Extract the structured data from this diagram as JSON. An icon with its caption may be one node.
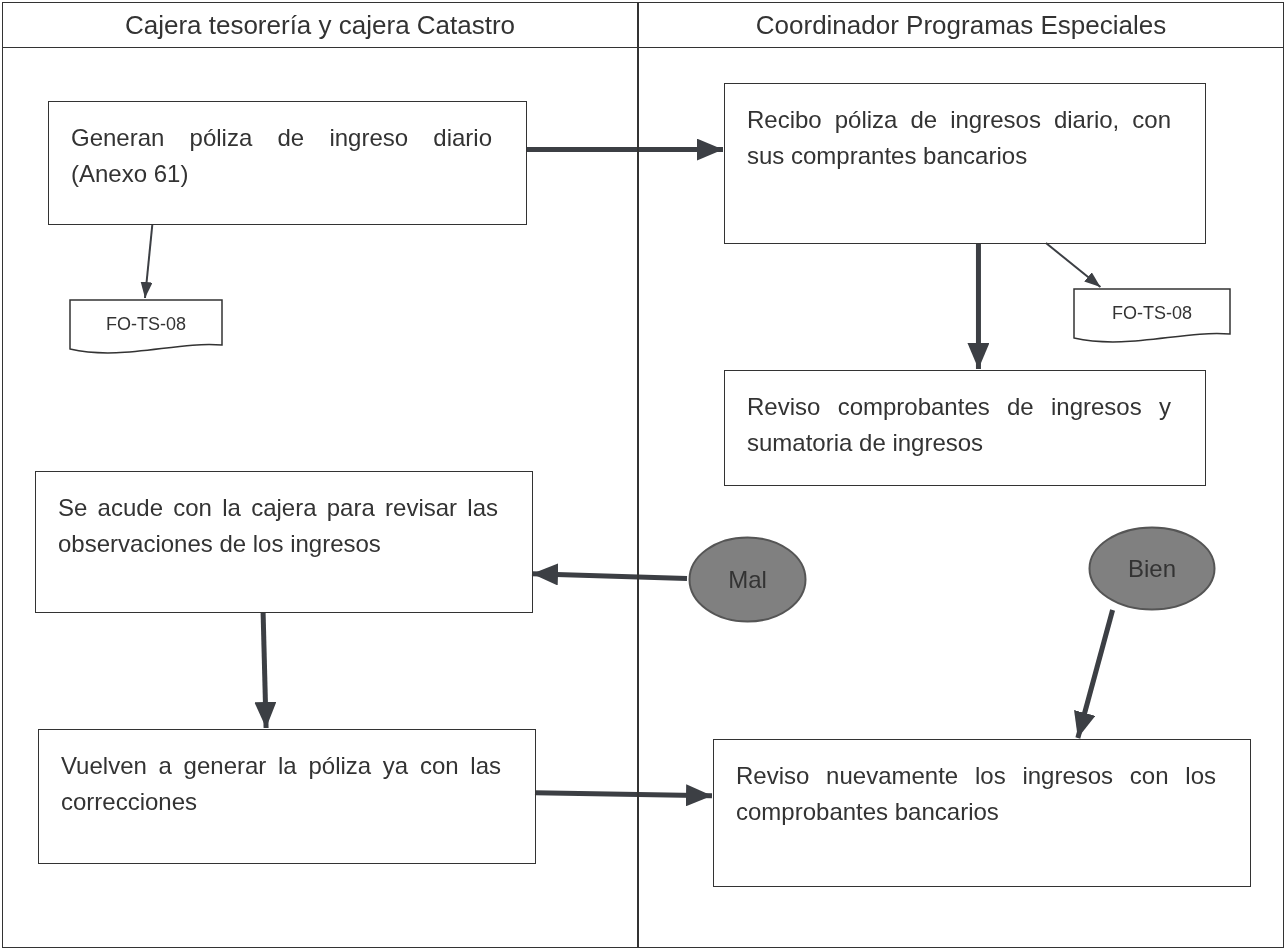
{
  "diagram": {
    "nodes": [
      {
        "text": [
          "Cajera tesorería y cajera Catastro"
        ]
      },
      {
        "text": [
          "Coordinador Programas Especiales"
        ]
      },
      {
        "text": [
          "Generan póliza de ingreso diario (Anexo 61)"
        ],
        "in": 0
      },
      {
        "text": [
          "FO-TS-08"
        ],
        "in": 0
      },
      {
        "text": [
          "Recibo póliza de ingresos diario, con sus comprantes bancarios"
        ],
        "in": 1
      },
      {
        "text": [
          "FO-TS-08"
        ],
        "in": 1
      },
      {
        "text": [
          "Reviso comprobantes de ingresos y sumatoria de ingresos"
        ],
        "in": 1
      },
      {
        "text": [
          "Se acude con la cajera para revisar las observaciones de los ingresos"
        ],
        "in": 0
      },
      {
        "text": [
          "Mal"
        ],
        "in": 1
      },
      {
        "text": [
          "Bien"
        ],
        "in": 1
      },
      {
        "text": [
          "Vuelven a generar la póliza ya con las correcciones"
        ],
        "in": 0
      },
      {
        "text": [
          "Reviso nuevamente los ingresos con los comprobantes bancarios"
        ],
        "in": 1
      }
    ],
    "edges": [
      {
        "from": 2,
        "to": 4,
        "arrow": "to"
      },
      {
        "from": 2,
        "to": 3,
        "arrow": "to"
      },
      {
        "from": 4,
        "to": 6,
        "arrow": "to"
      },
      {
        "from": 4,
        "to": 5,
        "arrow": "to"
      },
      {
        "from": 8,
        "to": 7,
        "arrow": "to"
      },
      {
        "from": 7,
        "to": 10,
        "arrow": "to"
      },
      {
        "from": 9,
        "to": 11,
        "arrow": "to"
      },
      {
        "from": 10,
        "to": 11,
        "arrow": "to"
      }
    ]
  }
}
